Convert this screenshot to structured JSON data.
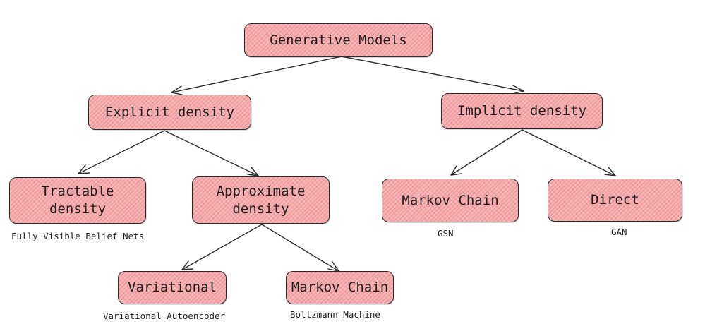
{
  "nodes": {
    "root": "Generative Models",
    "explicit": "Explicit density",
    "implicit": "Implicit density",
    "tractable": "Tractable\ndensity",
    "approximate": "Approximate\ndensity",
    "markov_implicit": "Markov Chain",
    "direct": "Direct",
    "variational": "Variational",
    "markov_approx": "Markov Chain"
  },
  "captions": {
    "tractable": "Fully Visible Belief Nets",
    "markov_implicit": "GSN",
    "direct": "GAN",
    "variational": "Variational Autoencoder",
    "markov_approx": "Boltzmann Machine"
  },
  "colors": {
    "node_fill": "#f6b7b9",
    "hatch": "#e03131",
    "stroke": "#2b2b2b"
  }
}
